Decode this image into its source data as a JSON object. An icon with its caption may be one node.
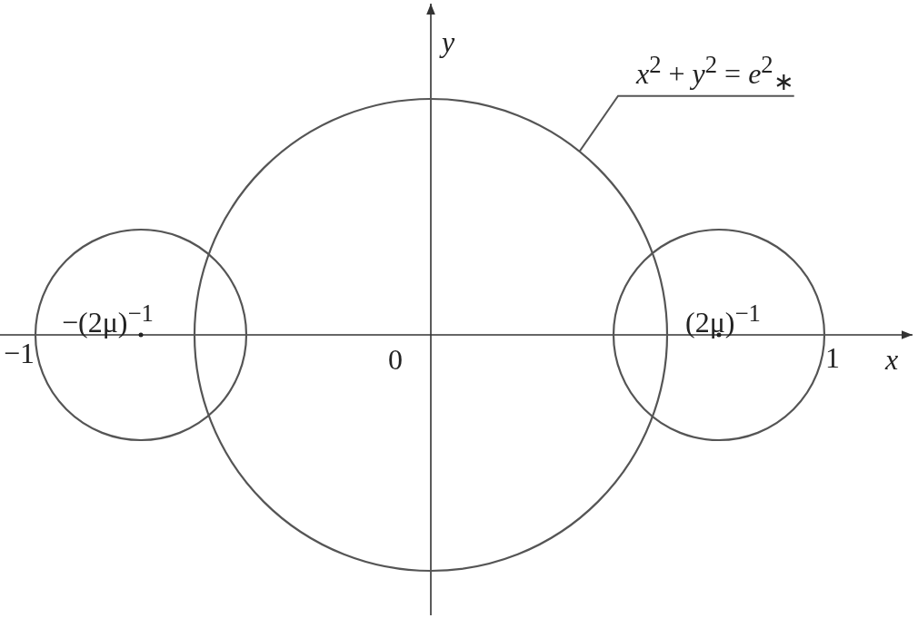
{
  "diagram": {
    "nodes": [
      {
        "text": [
          "*x*$^{2}$ + *y*$^{2}$ = *e*$^{2}$$_{∗}$"
        ]
      },
      {
        "text": [],
        "shape": "circle"
      }
    ],
    "edges": [
      {
        "from": 0,
        "to": 1,
        "arrow": "none"
      }
    ],
    "labels": [
      "y",
      "−(2μ)$^{−1}$",
      "(2μ)$^{−1}$",
      "0",
      "x",
      "−1",
      "1"
    ]
  }
}
